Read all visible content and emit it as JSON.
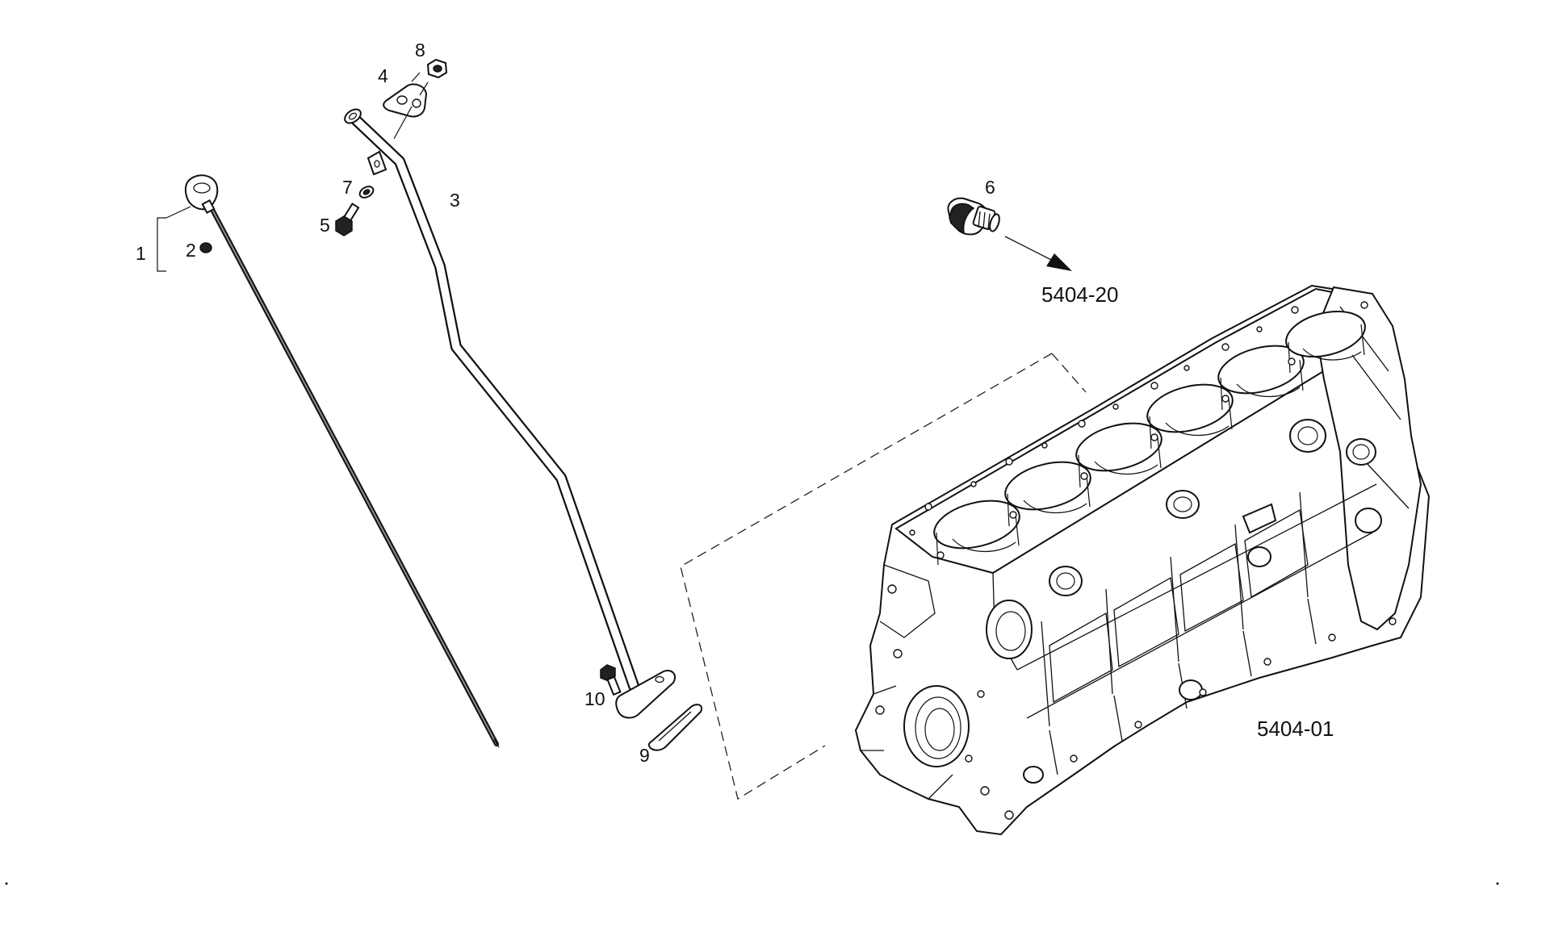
{
  "callouts": [
    "1",
    "2",
    "3",
    "4",
    "5",
    "6",
    "7",
    "8",
    "9",
    "10"
  ],
  "references": {
    "plug_destination": "5404-20",
    "engine_block": "5404-01"
  }
}
